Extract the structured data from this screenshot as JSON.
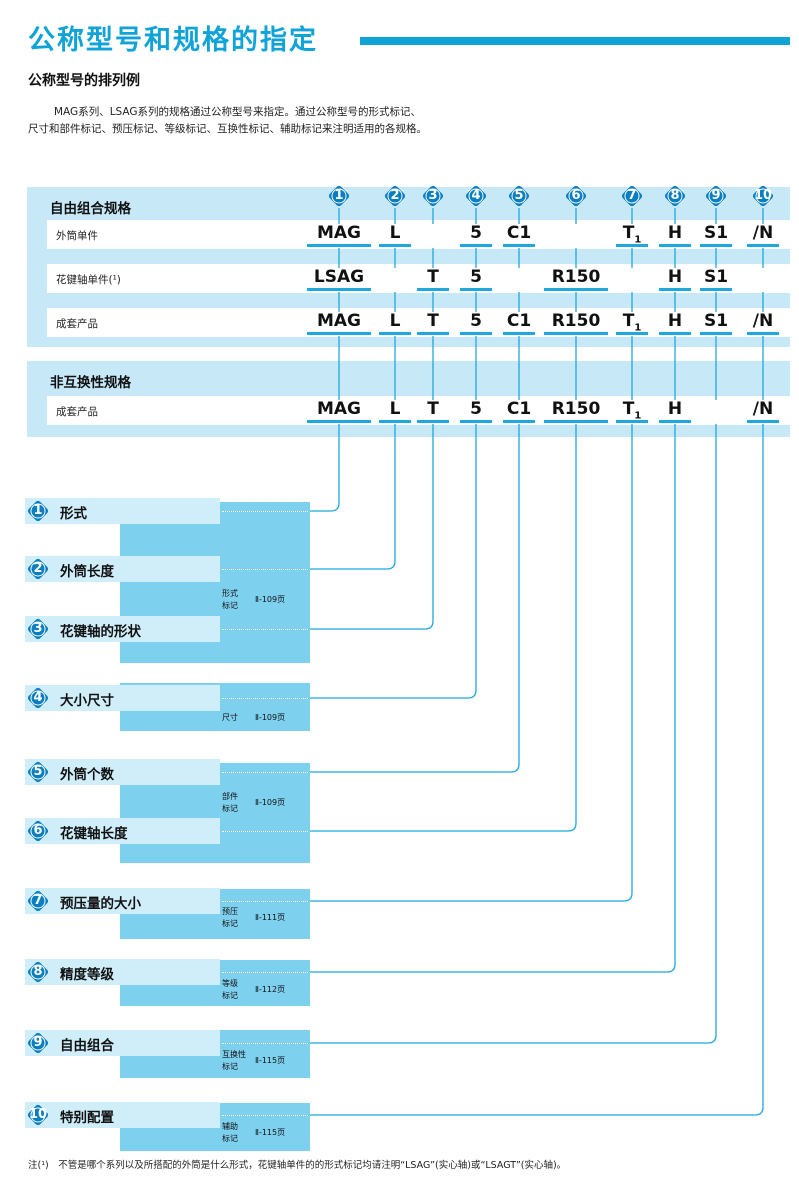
{
  "title": "公称型号和规格的指定",
  "subtitle": "公称型号的排列例",
  "intro": "MAG系列、LSAG系列的规格通过公称型号来指定。通过公称型号的形式标记、尺寸和部件标记、预压标记、等级标记、互换性标记、辅助标记来注明适用的各规格。",
  "columns": [
    "1",
    "2",
    "3",
    "4",
    "5",
    "6",
    "7",
    "8",
    "9",
    "10"
  ],
  "interchangeable": {
    "heading": "自由组合规格",
    "rows": [
      {
        "label": "外筒单件",
        "codes": [
          "MAG",
          "L",
          "",
          "5",
          "C1",
          "",
          "T",
          "H",
          "S1",
          "/N"
        ]
      },
      {
        "label": "花键轴单件(¹)",
        "codes": [
          "LSAG",
          "",
          "T",
          "5",
          "",
          "R150",
          "",
          "H",
          "S1",
          ""
        ]
      },
      {
        "label": "成套产品",
        "codes": [
          "MAG",
          "L",
          "T",
          "5",
          "C1",
          "R150",
          "T",
          "H",
          "S1",
          "/N"
        ]
      }
    ]
  },
  "non_interchangeable": {
    "heading": "非互换性规格",
    "rows": [
      {
        "label": "成套产品",
        "codes": [
          "MAG",
          "L",
          "T",
          "5",
          "C1",
          "R150",
          "T",
          "H",
          "",
          "/N"
        ]
      }
    ]
  },
  "t_subscript": "1",
  "items": [
    {
      "num": "1",
      "label": "形式"
    },
    {
      "num": "2",
      "label": "外筒长度"
    },
    {
      "num": "3",
      "label": "花键轴的形状"
    },
    {
      "num": "4",
      "label": "大小尺寸"
    },
    {
      "num": "5",
      "label": "外筒个数"
    },
    {
      "num": "6",
      "label": "花键轴长度"
    },
    {
      "num": "7",
      "label": "预压量的大小"
    },
    {
      "num": "8",
      "label": "精度等级"
    },
    {
      "num": "9",
      "label": "自由组合"
    },
    {
      "num": "10",
      "label": "特别配置"
    }
  ],
  "groups": [
    {
      "label_1": "形式",
      "label_2": "标记",
      "page": "Ⅱ-109页"
    },
    {
      "label_1": "尺寸",
      "label_2": "",
      "page": "Ⅱ-109页"
    },
    {
      "label_1": "部件",
      "label_2": "标记",
      "page": "Ⅱ-109页"
    },
    {
      "label_1": "预压",
      "label_2": "标记",
      "page": "Ⅱ-111页"
    },
    {
      "label_1": "等级",
      "label_2": "标记",
      "page": "Ⅱ-112页"
    },
    {
      "label_1": "互换性",
      "label_2": "标记",
      "page": "Ⅱ-115页"
    },
    {
      "label_1": "辅助",
      "label_2": "标记",
      "page": "Ⅱ-115页"
    }
  ],
  "note": "注(¹)　不管是哪个系列以及所搭配的外筒是什么形式，花键轴单件的的形式标记均请注明“LSAG”(实心轴)或“LSAGT”(实心轴)。",
  "colors": {
    "accent": "#0fa3d8",
    "panel": "#c6e8f7",
    "item_bar": "#cfeefa",
    "group_box": "#7ed0ef",
    "badge": "#0a7fc0"
  }
}
